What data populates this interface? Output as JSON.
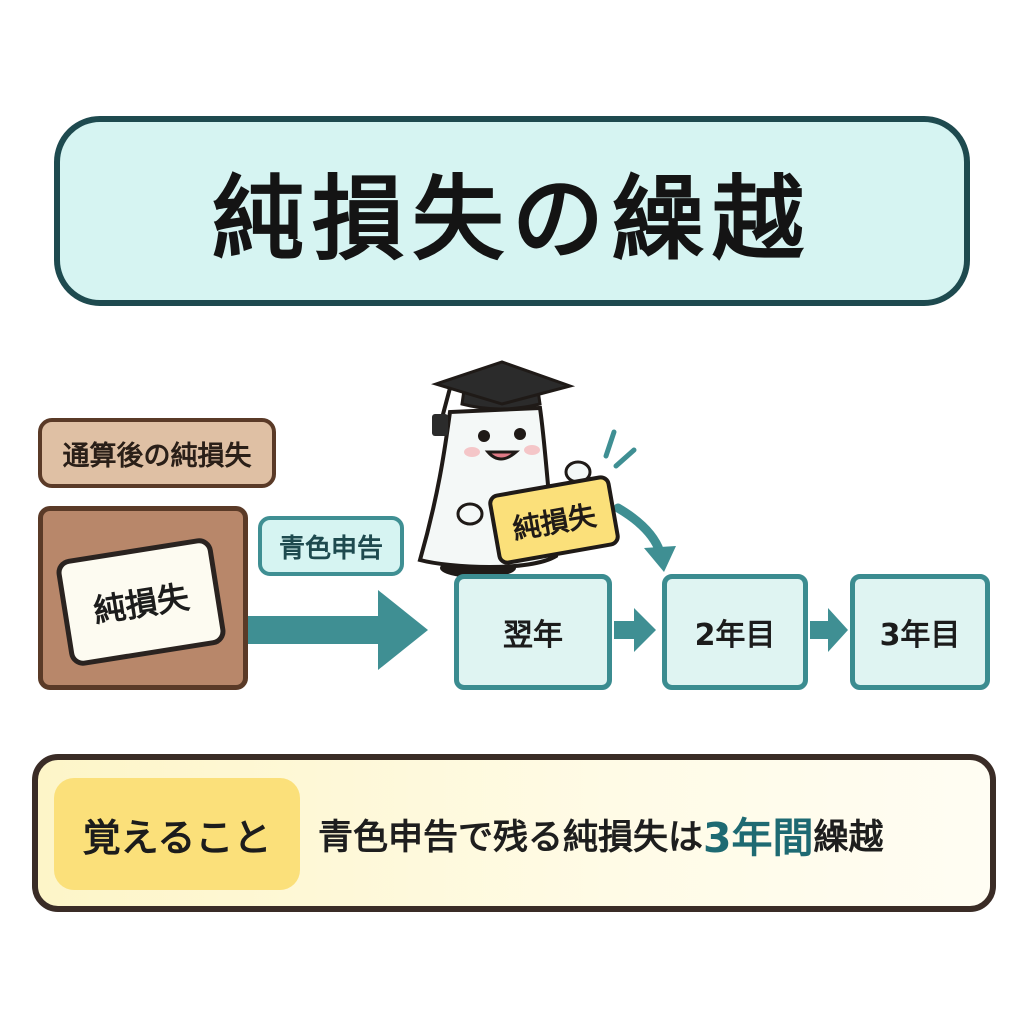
{
  "title": "純損失の繰越",
  "source": {
    "label": "通算後の純損失",
    "card_text": "純損失"
  },
  "blue_return": "青色申告",
  "mascot": {
    "sign_text": "純損失"
  },
  "years": [
    {
      "label": "翌年"
    },
    {
      "label": "2年目"
    },
    {
      "label": "3年目"
    }
  ],
  "note": {
    "badge": "覚えること",
    "sentence_before": "青色申告で残る純損失は",
    "highlight": "3年間",
    "sentence_after": "繰越"
  },
  "colors": {
    "banner_fill": "#d6f4f2",
    "banner_border": "#1e4a4f",
    "teal_arrow": "#3f8f93",
    "brown_box": "#b8876a",
    "brown_border": "#5a3a27",
    "sign_yellow": "#fbe07a",
    "highlight_text": "#1e6a72"
  }
}
